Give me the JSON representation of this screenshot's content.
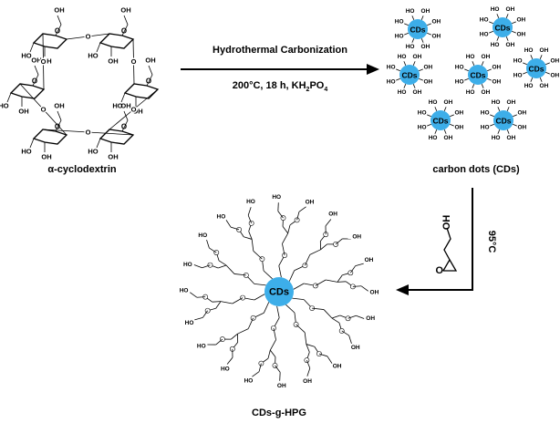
{
  "labels": {
    "cyclodextrin": "α-cyclodextrin",
    "carbon_dots": "carbon dots (CDs)",
    "product": "CDs-g-HPG"
  },
  "steps": {
    "step1_line1": "Hydrothermal Carbonization",
    "step1_line2_main": "200°C, 18 h, KH",
    "step1_sub_a": "2",
    "step1_mid": "PO",
    "step1_sub_b": "4",
    "step2_condition": "95°C"
  },
  "atoms": {
    "hydroxyl": "OH",
    "hydroxyl_rev": "HO",
    "oxygen": "O",
    "dot_label": "CDs"
  },
  "colors": {
    "dot_fill": "#3daee9",
    "line": "#000000",
    "background": "#ffffff"
  }
}
